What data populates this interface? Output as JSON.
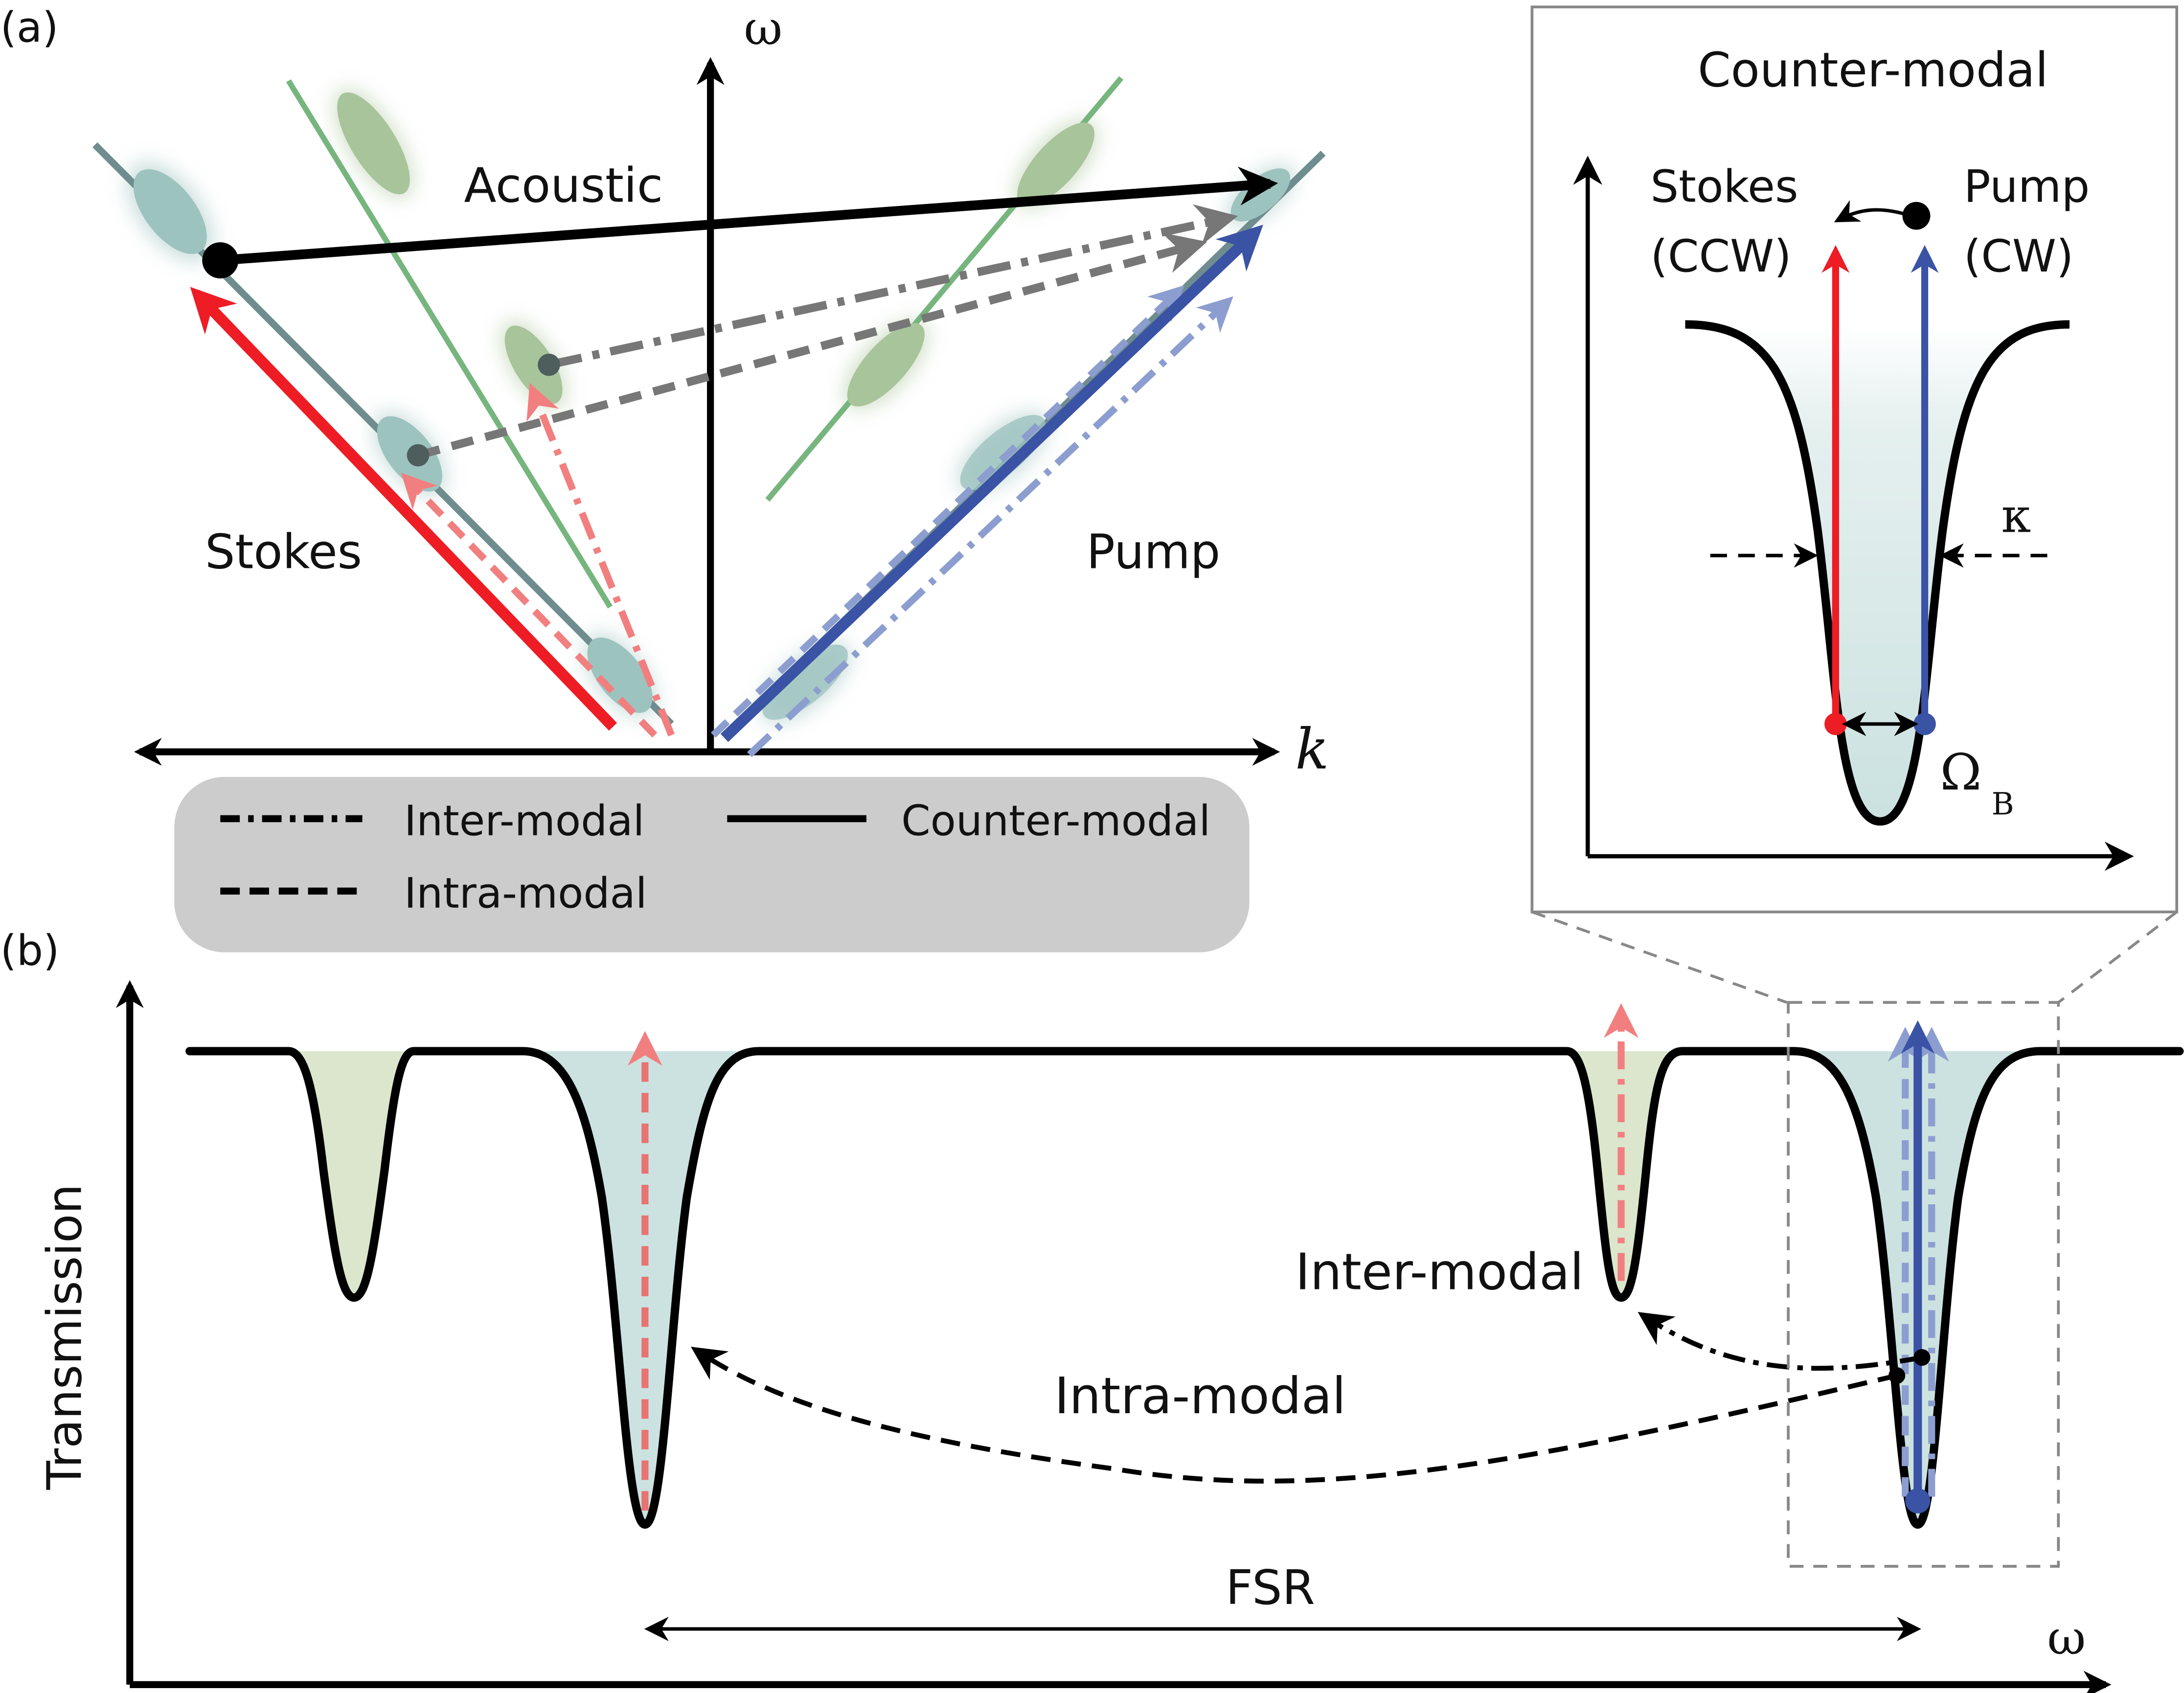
{
  "panel_a": {
    "label": "(a)",
    "axis_y_label": "ω",
    "axis_x_label": "k",
    "acoustic_label": "Acoustic",
    "stokes_label": "Stokes",
    "pump_label": "Pump",
    "legend": {
      "inter": "Inter-modal",
      "intra": "Intra-modal",
      "counter": "Counter-modal"
    }
  },
  "inset": {
    "title": "Counter-modal",
    "stokes_label": "Stokes",
    "stokes_dir": "(CCW)",
    "pump_label": "Pump",
    "pump_dir": "(CW)",
    "kappa": "κ",
    "omega": "Ω",
    "omega_sub": "B"
  },
  "panel_b": {
    "label": "(b)",
    "y_axis": "Transmission",
    "x_axis": "ω",
    "inter_label": "Inter-modal",
    "intra_label": "Intra-modal",
    "fsr_label": "FSR"
  },
  "colors": {
    "stokes": "#ee1c24",
    "stokes_light": "#f27f7f",
    "pump": "#3a53a4",
    "pump_light": "#8c9ed0",
    "acoustic_line": "#77b57e",
    "acoustic_blob": "#a8c49a",
    "optical_line": "#6f8d8f",
    "optical_blob": "#9dc3bf",
    "legend_bg": "#cccccc",
    "gray_arrow": "#777777",
    "fill_teal": "#cbe2e0",
    "fill_green": "#dbe6cc"
  }
}
